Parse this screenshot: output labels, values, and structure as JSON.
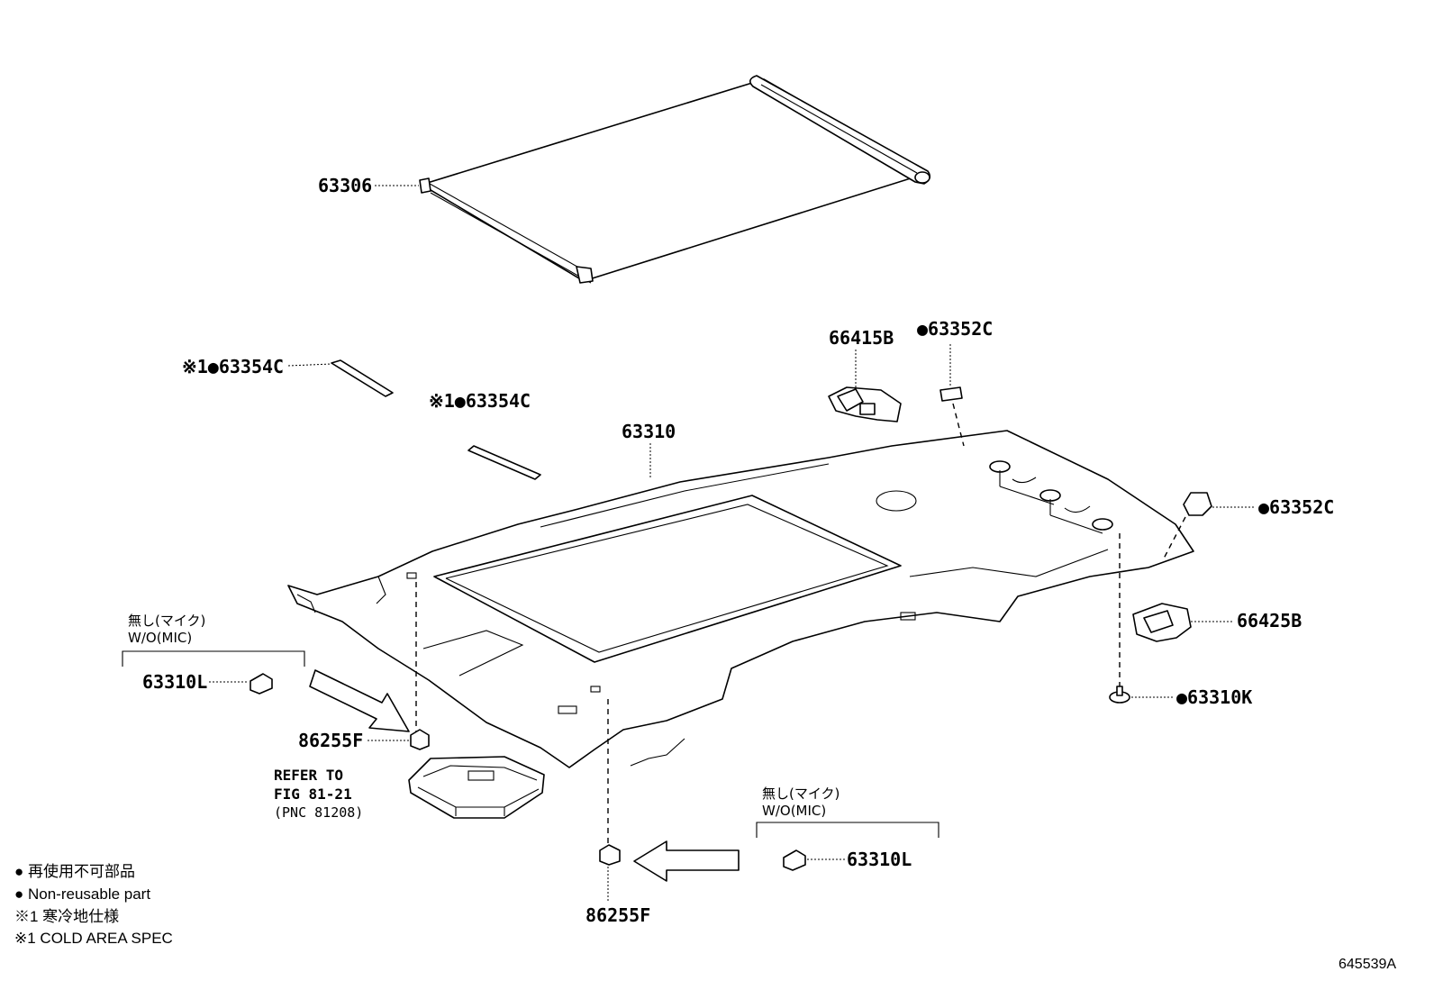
{
  "callouts": {
    "sunshade": "63306",
    "headliner": "63310",
    "seal_left_top": "※1●63354C",
    "seal_left_mid": "※1●63354C",
    "holder_top": "66415B",
    "pad_top": "●63352C",
    "pad_right": "●63352C",
    "holder_right": "66425B",
    "clip_right": "●63310K",
    "plug_left": "63310L",
    "plug_bottom": "63310L",
    "clip_left": "86255F",
    "clip_bottom": "86255F"
  },
  "conditions": {
    "left": {
      "jp": "無し(マイク)",
      "en": "W/O(MIC)"
    },
    "bottom": {
      "jp": "無し(マイク)",
      "en": "W/O(MIC)"
    }
  },
  "reference": {
    "line1": "REFER TO",
    "line2": "FIG 81-21",
    "line3": "(PNC 81208)"
  },
  "legend": {
    "line1": "● 再使用不可部品",
    "line2": "● Non-reusable part",
    "line3": "※1 寒冷地仕様",
    "line4": "※1 COLD AREA SPEC"
  },
  "illustration_code": "645539A"
}
